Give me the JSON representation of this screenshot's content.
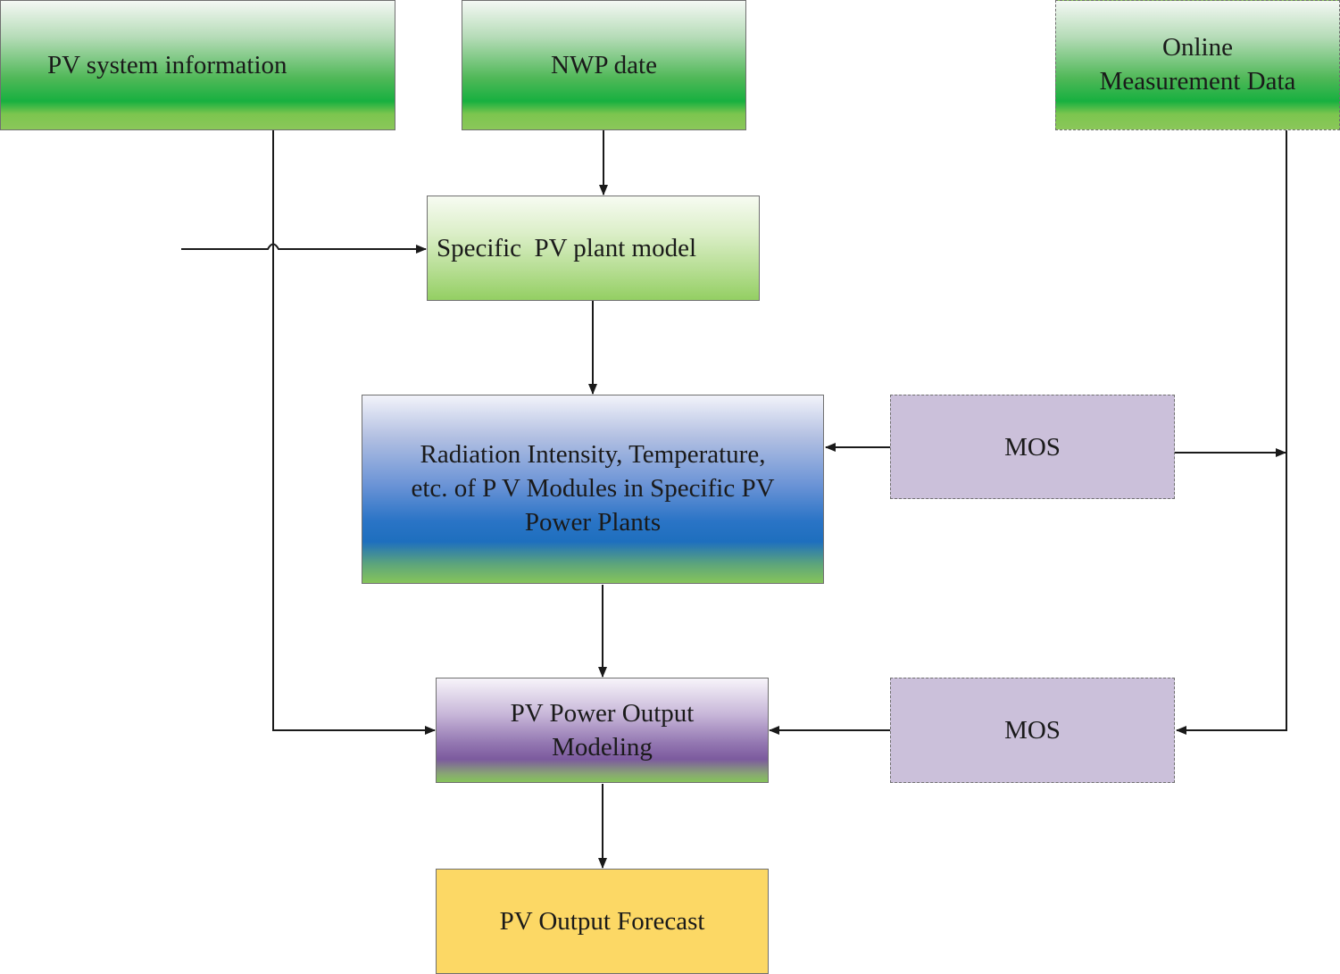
{
  "nodes": {
    "pv_system_info": "PV system information",
    "nwp_date": "NWP date",
    "online_measurement": "Online\nMeasurement Data",
    "specific_model": "Specific  PV plant model",
    "radiation": "Radiation Intensity, Temperature,\netc. of P V Modules in Specific PV\nPower Plants",
    "mos_upper": "MOS",
    "mos_lower": "MOS",
    "power_modeling": "PV Power Output\nModeling",
    "forecast": "PV Output Forecast"
  },
  "colors": {
    "header_boxes": "#17b040",
    "model_box": "#b7de94",
    "radiation_box": "#1e6fbe",
    "mos_boxes": "#cbc0da",
    "modeling_box": "#7c5a9e",
    "forecast_box": "#fcd865",
    "arrows": "#1a1a1a"
  }
}
